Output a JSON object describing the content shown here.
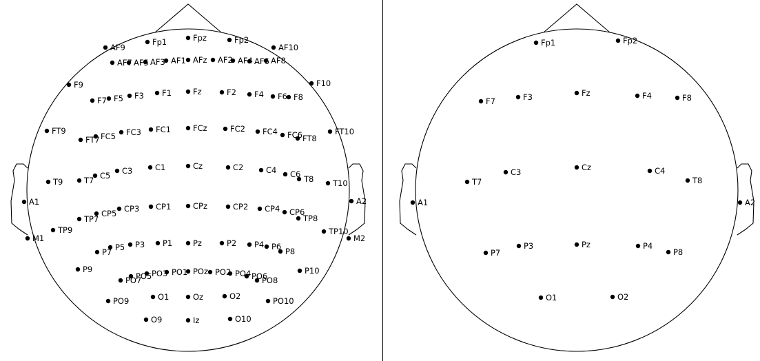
{
  "colors": {
    "ink": "#000000",
    "background": "#ffffff"
  },
  "panels": [
    {
      "id": "full",
      "electrodes": [
        "Fpz",
        "Fp1",
        "Fp2",
        "AF9",
        "AF10",
        "AF7",
        "AF5",
        "AF3",
        "AF1",
        "AFz",
        "AF2",
        "AF4",
        "AF6",
        "AF8",
        "F9",
        "F10",
        "F7",
        "F5",
        "F3",
        "F1",
        "Fz",
        "F2",
        "F4",
        "F6",
        "F8",
        "FT9",
        "FT10",
        "FT7",
        "FC5",
        "FC3",
        "FC1",
        "FCz",
        "FC2",
        "FC4",
        "FC6",
        "FT8",
        "T9",
        "T7",
        "C5",
        "C3",
        "C1",
        "Cz",
        "C2",
        "C4",
        "C6",
        "T8",
        "T10",
        "A1",
        "A2",
        "TP7",
        "CP5",
        "CP3",
        "CP1",
        "CPz",
        "CP2",
        "CP4",
        "CP6",
        "TP8",
        "TP9",
        "TP10",
        "M1",
        "M2",
        "P7",
        "P5",
        "P3",
        "P1",
        "Pz",
        "P2",
        "P4",
        "P6",
        "P8",
        "P9",
        "P10",
        "PO7",
        "PO5",
        "PO3",
        "PO1",
        "POz",
        "PO2",
        "PO4",
        "PO6",
        "PO8",
        "PO9",
        "PO10",
        "O1",
        "Oz",
        "O2",
        "O9",
        "Iz",
        "O10"
      ]
    },
    {
      "id": "standard-10-20",
      "electrodes": [
        "Fp1",
        "Fp2",
        "F7",
        "F3",
        "Fz",
        "F4",
        "F8",
        "A1",
        "T7",
        "C3",
        "Cz",
        "C4",
        "T8",
        "A2",
        "P7",
        "P3",
        "Pz",
        "P4",
        "P8",
        "O1",
        "O2"
      ]
    }
  ]
}
